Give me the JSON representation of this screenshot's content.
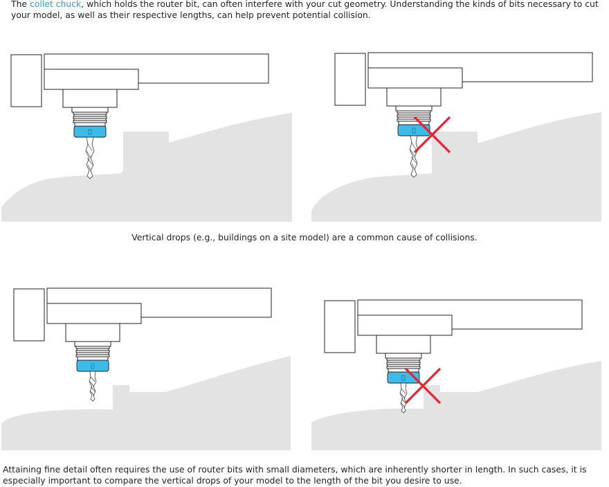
{
  "intro": {
    "before_link": "The ",
    "link_text": "collet chuck",
    "after_link": ", which holds the router bit, can often interfere with your cut geometry. Understanding the kinds of bits necessary to cut your model, as well as their respective lengths, can help prevent potential collision."
  },
  "caption_top": "Vertical drops (e.g., buildings on a site model) are a common cause of collisions.",
  "caption_bottom": "Attaining fine detail often requires the use of router bits with small diameters, which are inherently shorter in length. In such cases, it is especially important to compare the vertical drops of your model to the length of the bit you desire to use.",
  "colors": {
    "link": "#1aa3d9",
    "collet": "#3dbbe8",
    "terrain": "#e3e3e4",
    "collision_mark": "#e8222b",
    "outline": "#231f20"
  },
  "panels": [
    {
      "id": "top-left",
      "collision": false
    },
    {
      "id": "top-right",
      "collision": true
    },
    {
      "id": "bottom-left",
      "collision": false
    },
    {
      "id": "bottom-right",
      "collision": true
    }
  ]
}
